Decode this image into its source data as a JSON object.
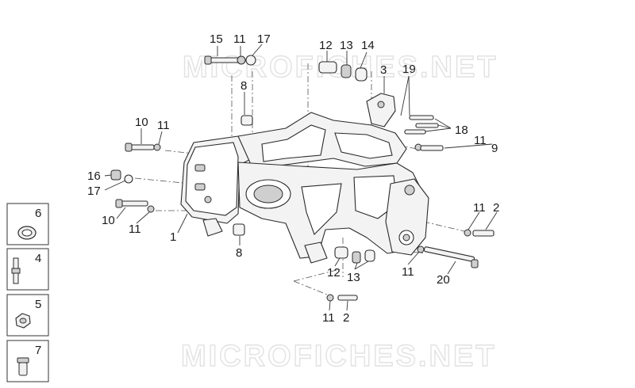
{
  "watermark": {
    "top": "MICROFICHES.NET",
    "bottom": "MICROFICHES.NET"
  },
  "callouts": {
    "c15": "15",
    "c11a": "11",
    "c17a": "17",
    "c12a": "12",
    "c13a": "13",
    "c14": "14",
    "c3": "3",
    "c19": "19",
    "c8a": "8",
    "c10a": "10",
    "c11b": "11",
    "c18": "18",
    "c11c": "11",
    "c9": "9",
    "c16": "16",
    "c17b": "17",
    "c10b": "10",
    "c11d": "11",
    "c1": "1",
    "c8b": "8",
    "c11e": "11",
    "c2a": "2",
    "c12b": "12",
    "c13b": "13",
    "c11f": "11",
    "c20": "20",
    "c11g": "11",
    "c2b": "2"
  },
  "sidebox": [
    {
      "number": "6",
      "icon": "clip-icon"
    },
    {
      "number": "4",
      "icon": "stud-icon"
    },
    {
      "number": "5",
      "icon": "nut-icon"
    },
    {
      "number": "7",
      "icon": "rivet-nut-icon"
    }
  ]
}
